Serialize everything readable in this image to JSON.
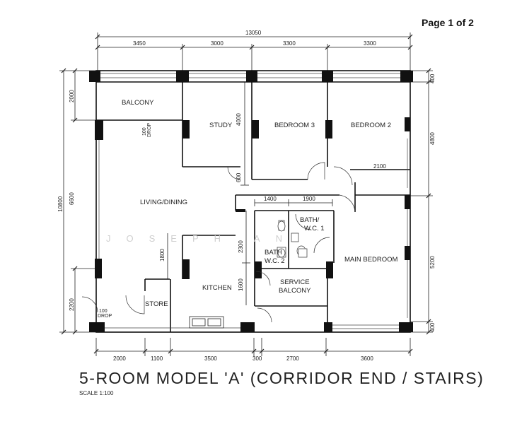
{
  "page_label": "Page 1 of 2",
  "title": "5-ROOM MODEL 'A' (CORRIDOR END / STAIRS)",
  "scale": "SCALE  1:100",
  "watermark": "JOSEPH   AN",
  "rooms": {
    "balcony": "BALCONY",
    "study": "STUDY",
    "bedroom3": "BEDROOM  3",
    "bedroom2": "BEDROOM  2",
    "living": "LIVING/DINING",
    "bath1_a": "BATH/",
    "bath1_b": "W.C.  1",
    "bath2_a": "BATH",
    "bath2_b": "W.C.  2",
    "main_bedroom": "MAIN  BEDROOM",
    "kitchen": "KITCHEN",
    "store": "STORE",
    "service_a": "SERVICE",
    "service_b": "BALCONY",
    "drop1_a": "100",
    "drop1_b": "DROP",
    "drop2_a": "100",
    "drop2_b": "DROP"
  },
  "dimensions": {
    "top_total": "13050",
    "top": [
      "3450",
      "3000",
      "3300",
      "3300"
    ],
    "bottom": [
      "2000",
      "1100",
      "3500",
      "300",
      "2700",
      "3600"
    ],
    "left_total": "10800",
    "left_outer": [
      "2000",
      "2200"
    ],
    "left_inner": "6600",
    "right": [
      "400",
      "4800",
      "5200",
      "400"
    ],
    "study_a": "4000",
    "study_b": "600",
    "bath_row": [
      "1400",
      "1900"
    ],
    "bed2": "2100",
    "kitchen_a": "1800",
    "kitchen_b": "2300",
    "kitchen_c": "1600"
  }
}
